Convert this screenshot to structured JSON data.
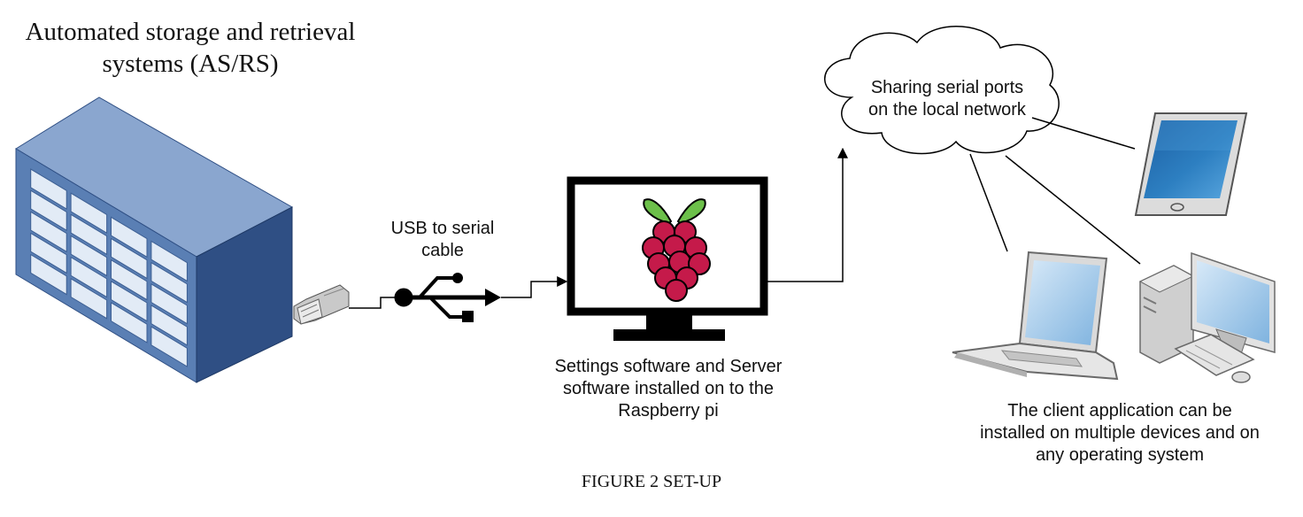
{
  "asrs": {
    "title": "Automated storage and retrieval\nsystems (AS/RS)"
  },
  "cable": {
    "label": "USB to serial\ncable"
  },
  "raspberry_pi": {
    "caption": "Settings software and Server\nsoftware installed on to the\nRaspberry pi"
  },
  "network": {
    "label": "Sharing serial ports\non the local network"
  },
  "clients": {
    "caption": "The client application can be\ninstalled on multiple devices and on\nany operating system"
  },
  "figure": {
    "caption": "FIGURE 2 SET-UP"
  },
  "colors": {
    "cabinet_front": "#5a7fb4",
    "cabinet_top": "#8aa6cf",
    "cabinet_side": "#2f4f84",
    "drawer": "#e2ebf6",
    "berry": "#c51a4a",
    "leaf": "#6cc04a",
    "tablet_screen": "#2d7fc1",
    "laptop_screen": "#a9cdea"
  }
}
